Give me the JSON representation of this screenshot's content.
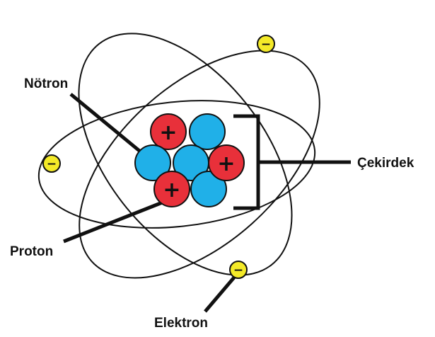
{
  "labels": {
    "neutron": "Nötron",
    "proton": "Proton",
    "nucleus": "Çekirdek",
    "electron": "Elektron"
  },
  "particles": {
    "proton_symbol": "+",
    "electron_symbol": "−"
  },
  "colors": {
    "proton": "#e8303a",
    "neutron": "#20b0e8",
    "electron": "#f4ea28",
    "outline": "#111111"
  }
}
